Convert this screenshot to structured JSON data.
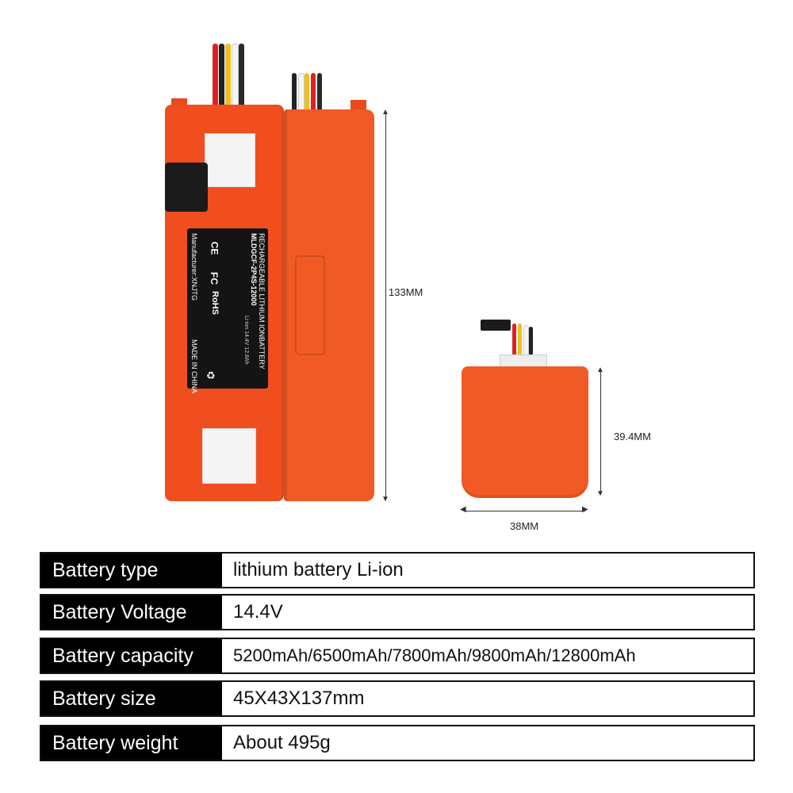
{
  "colors": {
    "battery_orange": "#f04e1f",
    "table_key_bg": "#000000",
    "table_key_text": "#ffffff",
    "table_value_text": "#111111"
  },
  "label": {
    "line1": "RECHARGEABLE LITHIUM IONBATTERY",
    "line2": "MLDGCF-2P4S-12000",
    "line3": "Li-ion 14.4V 12.8Ah",
    "manufacturer": "Manufacturer:XNJTG",
    "made_in": "MADE IN CHINA",
    "ce": "CE",
    "fc": "FC",
    "rohs": "RoHS"
  },
  "dimensions": {
    "height": "133MM",
    "small_height": "39.4MM",
    "small_width": "38MM"
  },
  "specs": [
    {
      "key": "Battery type",
      "value": "lithium battery Li-ion"
    },
    {
      "key": "Battery Voltage",
      "value": "14.4V"
    },
    {
      "key": "Battery capacity",
      "value": "5200mAh/6500mAh/7800mAh/9800mAh/12800mAh"
    },
    {
      "key": "Battery size",
      "value": "45X43X137mm"
    },
    {
      "key": "Battery weight",
      "value": "About 495g"
    }
  ]
}
